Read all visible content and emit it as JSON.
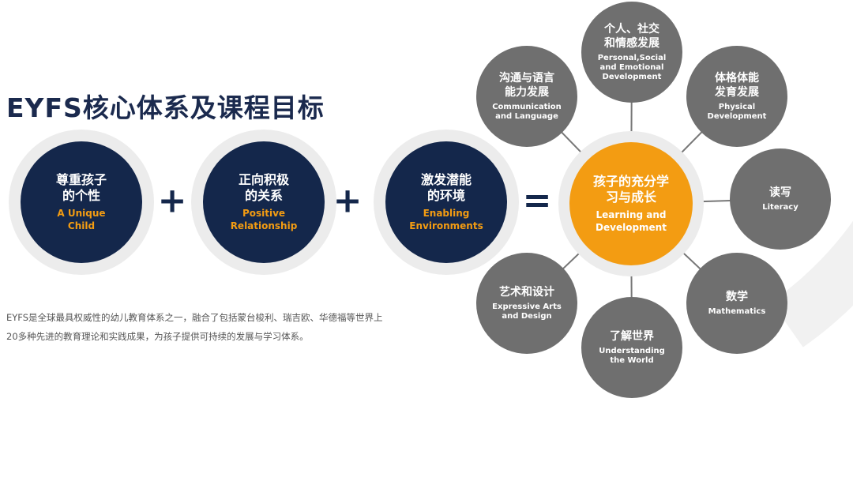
{
  "title": "EYFS核心体系及课程目标",
  "pillars": [
    {
      "zh": "尊重孩子的个性",
      "en": "A Unique Child"
    },
    {
      "zh": "正向积极的关系",
      "en": "Positive Relationship"
    },
    {
      "zh": "激发潜能的环境",
      "en": "Enabling Environments"
    }
  ],
  "operators": {
    "plus": "+",
    "equals": "="
  },
  "center": {
    "zh": "孩子的充分学习与成长",
    "en": "Learning and Development"
  },
  "areas": [
    {
      "zh": "个人、社交和情感发展",
      "en": "Personal,Social and Emotional Development"
    },
    {
      "zh": "体格体能发育发展",
      "en": "Physical Development"
    },
    {
      "zh": "读写",
      "en": "Literacy"
    },
    {
      "zh": "数学",
      "en": "Mathematics"
    },
    {
      "zh": "了解世界",
      "en": "Understanding the World"
    },
    {
      "zh": "艺术和设计",
      "en": "Expressive Arts and Design"
    },
    {
      "zh": "沟通与语言能力发展",
      "en": "Communication and Language"
    }
  ],
  "description": "EYFS是全球最具权威性的幼儿教育体系之一，融合了包括蒙台梭利、瑞吉欧、华德福等世界上20多种先进的教育理论和实践成果，为孩子提供可持续的发展与学习体系。",
  "colors": {
    "navy": "#14274b",
    "orange": "#f39c12",
    "gray": "#6f6f6f"
  }
}
